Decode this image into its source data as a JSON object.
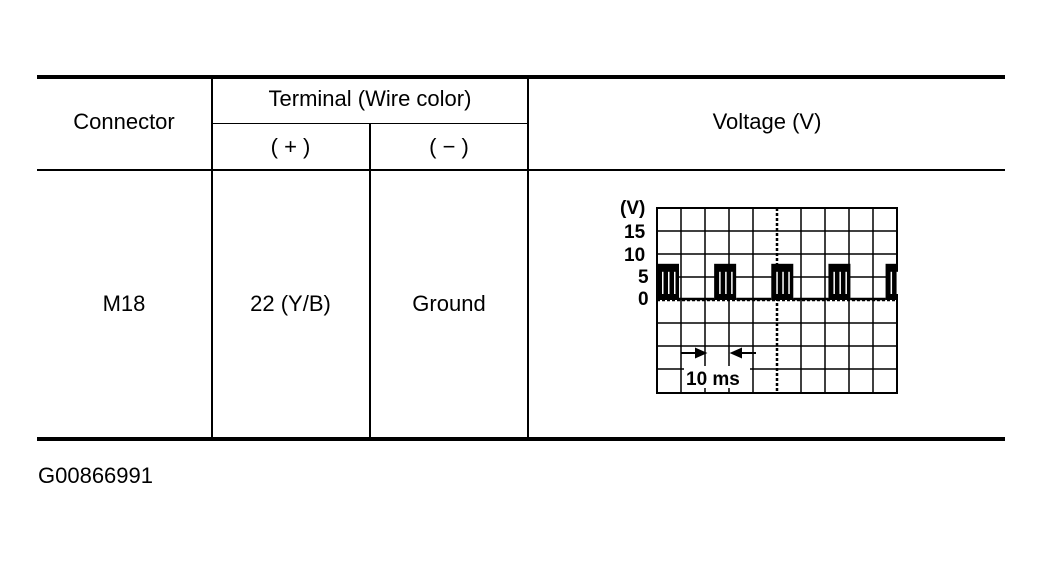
{
  "table": {
    "headers": {
      "connector": "Connector",
      "terminal_group": "Terminal (Wire color)",
      "terminal_plus": "( + )",
      "terminal_minus": "( − )",
      "voltage": "Voltage (V)"
    },
    "rows": [
      {
        "connector": "M18",
        "plus": "22 (Y/B)",
        "minus": "Ground"
      }
    ]
  },
  "waveform": {
    "unit_label": "(V)",
    "y_ticks": [
      "15",
      "10",
      "5",
      "0"
    ],
    "time_label": "10 ms",
    "pulse_high_v": 7,
    "pulse_low_v": 0,
    "period_ms": 10
  },
  "figure_id": "G00866991"
}
